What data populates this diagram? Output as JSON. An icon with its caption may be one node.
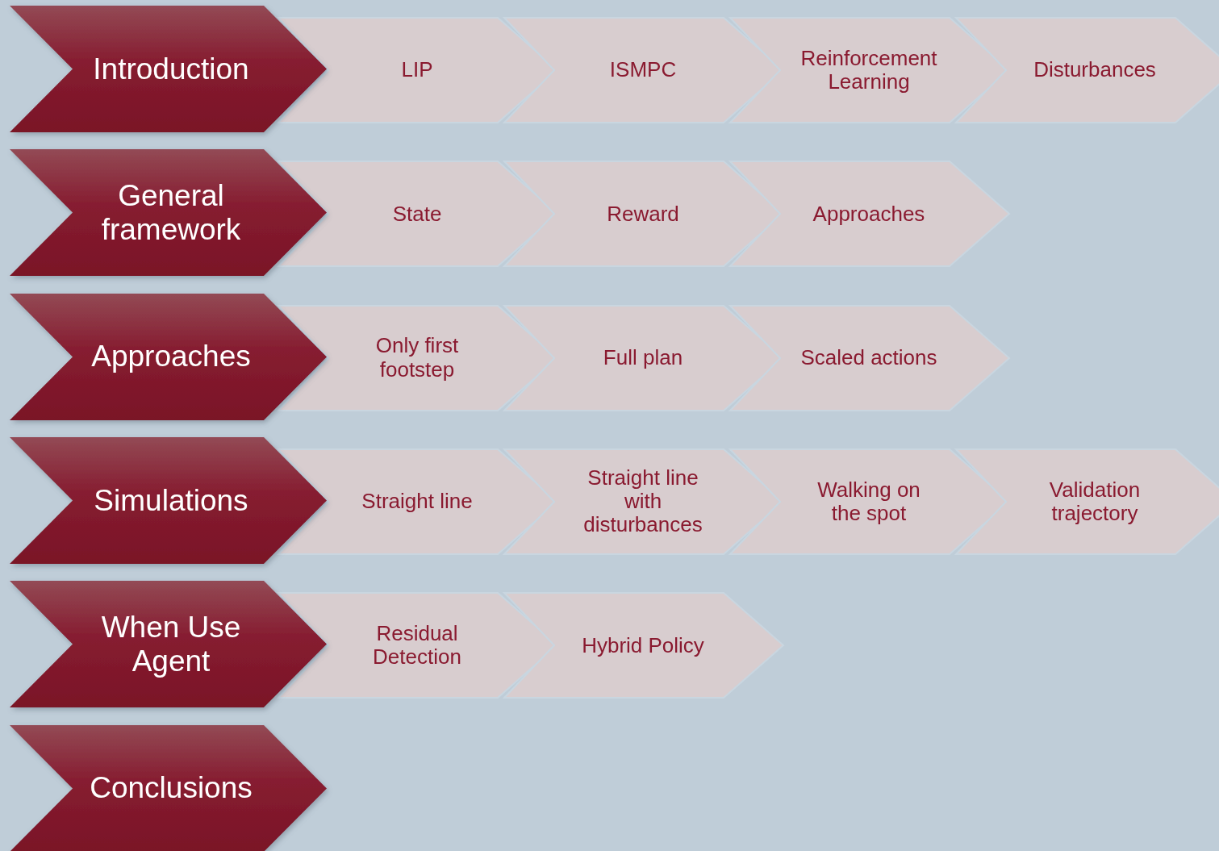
{
  "diagram": {
    "nodes": [
      {
        "text": [
          "Introduction"
        ]
      },
      {
        "text": [
          "LIP"
        ]
      },
      {
        "text": [
          "ISMPC"
        ]
      },
      {
        "text": [
          "Reinforcement Learning"
        ]
      },
      {
        "text": [
          "Disturbances"
        ]
      },
      {
        "text": [
          "General framework"
        ]
      },
      {
        "text": [
          "State"
        ]
      },
      {
        "text": [
          "Reward"
        ]
      },
      {
        "text": [
          "Approaches"
        ]
      },
      {
        "text": [
          "Approaches"
        ]
      },
      {
        "text": [
          "Only first footstep"
        ]
      },
      {
        "text": [
          "Full plan"
        ]
      },
      {
        "text": [
          "Scaled actions"
        ]
      },
      {
        "text": [
          "Simulations"
        ]
      },
      {
        "text": [
          "Straight line"
        ]
      },
      {
        "text": [
          "Straight line with disturbances"
        ]
      },
      {
        "text": [
          "Walking on the spot"
        ]
      },
      {
        "text": [
          "Validation trajectory"
        ]
      },
      {
        "text": [
          "When Use Agent"
        ]
      },
      {
        "text": [
          "Residual Detection"
        ]
      },
      {
        "text": [
          "Hybrid Policy"
        ]
      },
      {
        "text": [
          "Conclusions"
        ]
      }
    ]
  }
}
